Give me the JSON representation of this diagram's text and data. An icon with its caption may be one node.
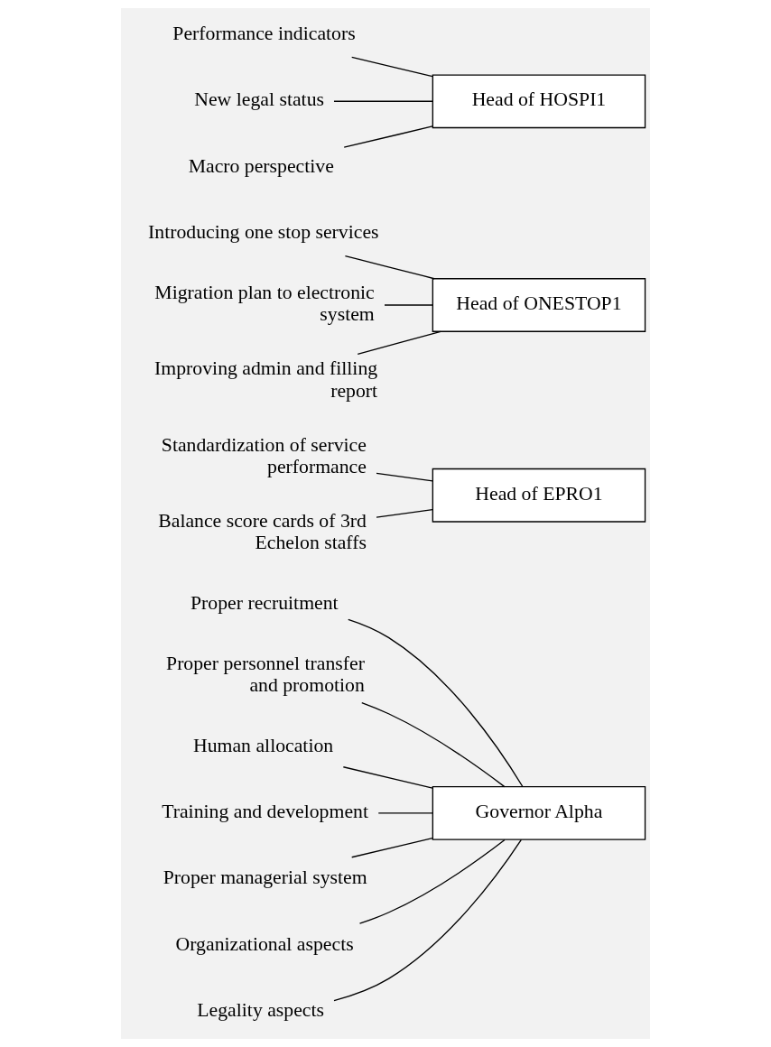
{
  "diagram": {
    "nodes": [
      {
        "text": [
          "Proper recruitment"
        ]
      },
      {
        "text": [
          "Proper personnel transfer and promotion"
        ]
      },
      {
        "text": [
          "Human allocation"
        ]
      },
      {
        "text": [
          "Training and development"
        ]
      },
      {
        "text": [
          "Proper managerial system"
        ]
      },
      {
        "text": [
          "Organizational aspects"
        ]
      },
      {
        "text": [
          "Legality aspects"
        ]
      },
      {
        "text": [
          "Governor Alpha"
        ]
      },
      {
        "text": [
          "Standardization of service performance"
        ]
      },
      {
        "text": [
          "Balance score cards of 3rd Echelon staffs"
        ]
      },
      {
        "text": [
          "Head of EPRO1"
        ]
      },
      {
        "text": [
          "Introducing one stop services"
        ]
      },
      {
        "text": [
          "Migration plan to electronic system"
        ]
      },
      {
        "text": [
          "Improving admin and filling report"
        ]
      },
      {
        "text": [
          "Head of ONESTOP1"
        ]
      },
      {
        "text": [
          "Performance indicators"
        ]
      },
      {
        "text": [
          "New legal status"
        ]
      },
      {
        "text": [
          "Macro perspective"
        ]
      },
      {
        "text": [
          "Head of HOSPI1"
        ]
      }
    ],
    "edges": [
      {
        "from": 0,
        "to": 7,
        "arrow": "none"
      },
      {
        "from": 1,
        "to": 7,
        "arrow": "none"
      },
      {
        "from": 2,
        "to": 7,
        "arrow": "none"
      },
      {
        "from": 3,
        "to": 7,
        "arrow": "none"
      },
      {
        "from": 4,
        "to": 7,
        "arrow": "none"
      },
      {
        "from": 5,
        "to": 7,
        "arrow": "none"
      },
      {
        "from": 6,
        "to": 7,
        "arrow": "none"
      },
      {
        "from": 8,
        "to": 10,
        "arrow": "none"
      },
      {
        "from": 9,
        "to": 10,
        "arrow": "none"
      },
      {
        "from": 11,
        "to": 14,
        "arrow": "none"
      },
      {
        "from": 12,
        "to": 14,
        "arrow": "none"
      },
      {
        "from": 13,
        "to": 14,
        "arrow": "none"
      },
      {
        "from": 15,
        "to": 18,
        "arrow": "none"
      },
      {
        "from": 16,
        "to": 18,
        "arrow": "none"
      },
      {
        "from": 17,
        "to": 18,
        "arrow": "none"
      }
    ]
  }
}
